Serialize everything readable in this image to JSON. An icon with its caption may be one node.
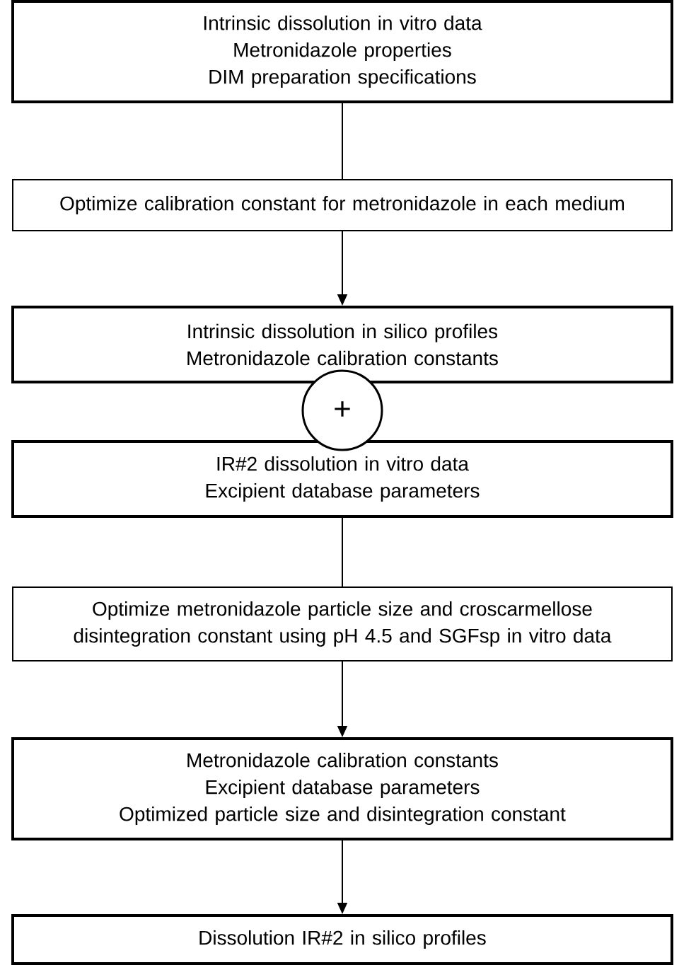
{
  "diagram": {
    "nodes": [
      {
        "text": [
          "Intrinsic dissolution in vitro data",
          "Metronidazole properties",
          "DIM preparation specifications"
        ]
      },
      {
        "text": [
          "Optimize calibration constant for metronidazole in each medium"
        ]
      },
      {
        "text": [
          "Intrinsic dissolution in silico profiles",
          "Metronidazole calibration constants"
        ]
      },
      {
        "text": [
          "+"
        ]
      },
      {
        "text": [
          "IR#2 dissolution in vitro data",
          "Excipient database parameters"
        ]
      },
      {
        "text": [
          "Optimize metronidazole particle size and croscarmellose disintegration constant using pH 4.5 and SGFsp in vitro data"
        ]
      },
      {
        "text": [
          "Metronidazole calibration constants",
          "Excipient database parameters",
          "Optimized particle size and disintegration constant"
        ]
      },
      {
        "text": [
          "Dissolution IR#2 in silico profiles"
        ]
      }
    ],
    "edges": [
      {
        "from": 0,
        "to": 1,
        "arrow": "none"
      },
      {
        "from": 1,
        "to": 2,
        "arrow": "to"
      },
      {
        "from": 4,
        "to": 5,
        "arrow": "none"
      },
      {
        "from": 5,
        "to": 6,
        "arrow": "to"
      },
      {
        "from": 6,
        "to": 7,
        "arrow": "to"
      }
    ]
  }
}
